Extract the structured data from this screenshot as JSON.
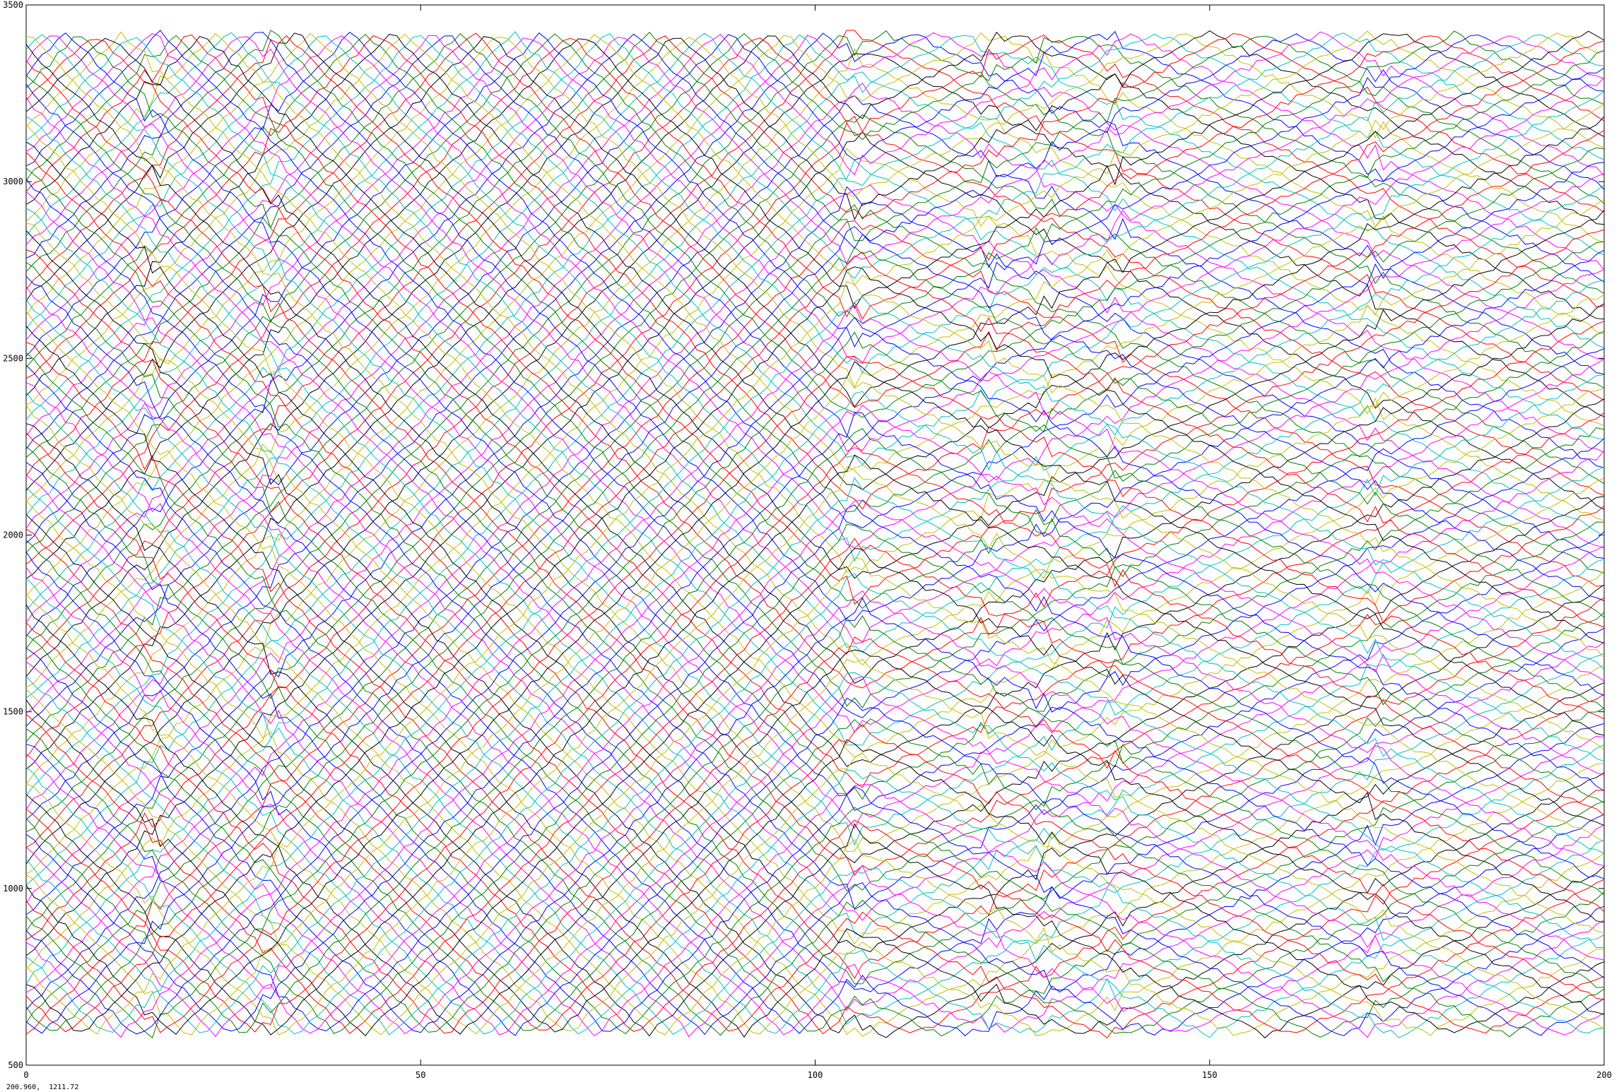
{
  "window": {
    "status_readout": "200.960,  1211.72"
  },
  "chart_data": {
    "type": "line",
    "title": "",
    "xlabel": "",
    "ylabel": "",
    "xlim": [
      0,
      200
    ],
    "ylim": [
      500,
      3500
    ],
    "x_ticks": [
      0,
      50,
      100,
      150,
      200
    ],
    "y_ticks": [
      500,
      1000,
      1500,
      2000,
      2500,
      3000,
      3500
    ],
    "grid": false,
    "legend": "none",
    "series_count": 150,
    "color_cycle": [
      "#ff0000",
      "#008000",
      "#0000ff",
      "#ff00ff",
      "#00c0c0",
      "#c0c000",
      "#000000"
    ],
    "upper_plateau": 3420,
    "lower_plateau": 585,
    "phase_velocity_left": 22,
    "phase_velocity_right": 11,
    "transition_x": 105,
    "kinks_x": [
      16,
      31,
      105,
      122,
      129,
      138,
      171
    ],
    "notes": "Dense family of zig-zag traces oscillating between ~585 and ~3420 across x = 0..200"
  }
}
